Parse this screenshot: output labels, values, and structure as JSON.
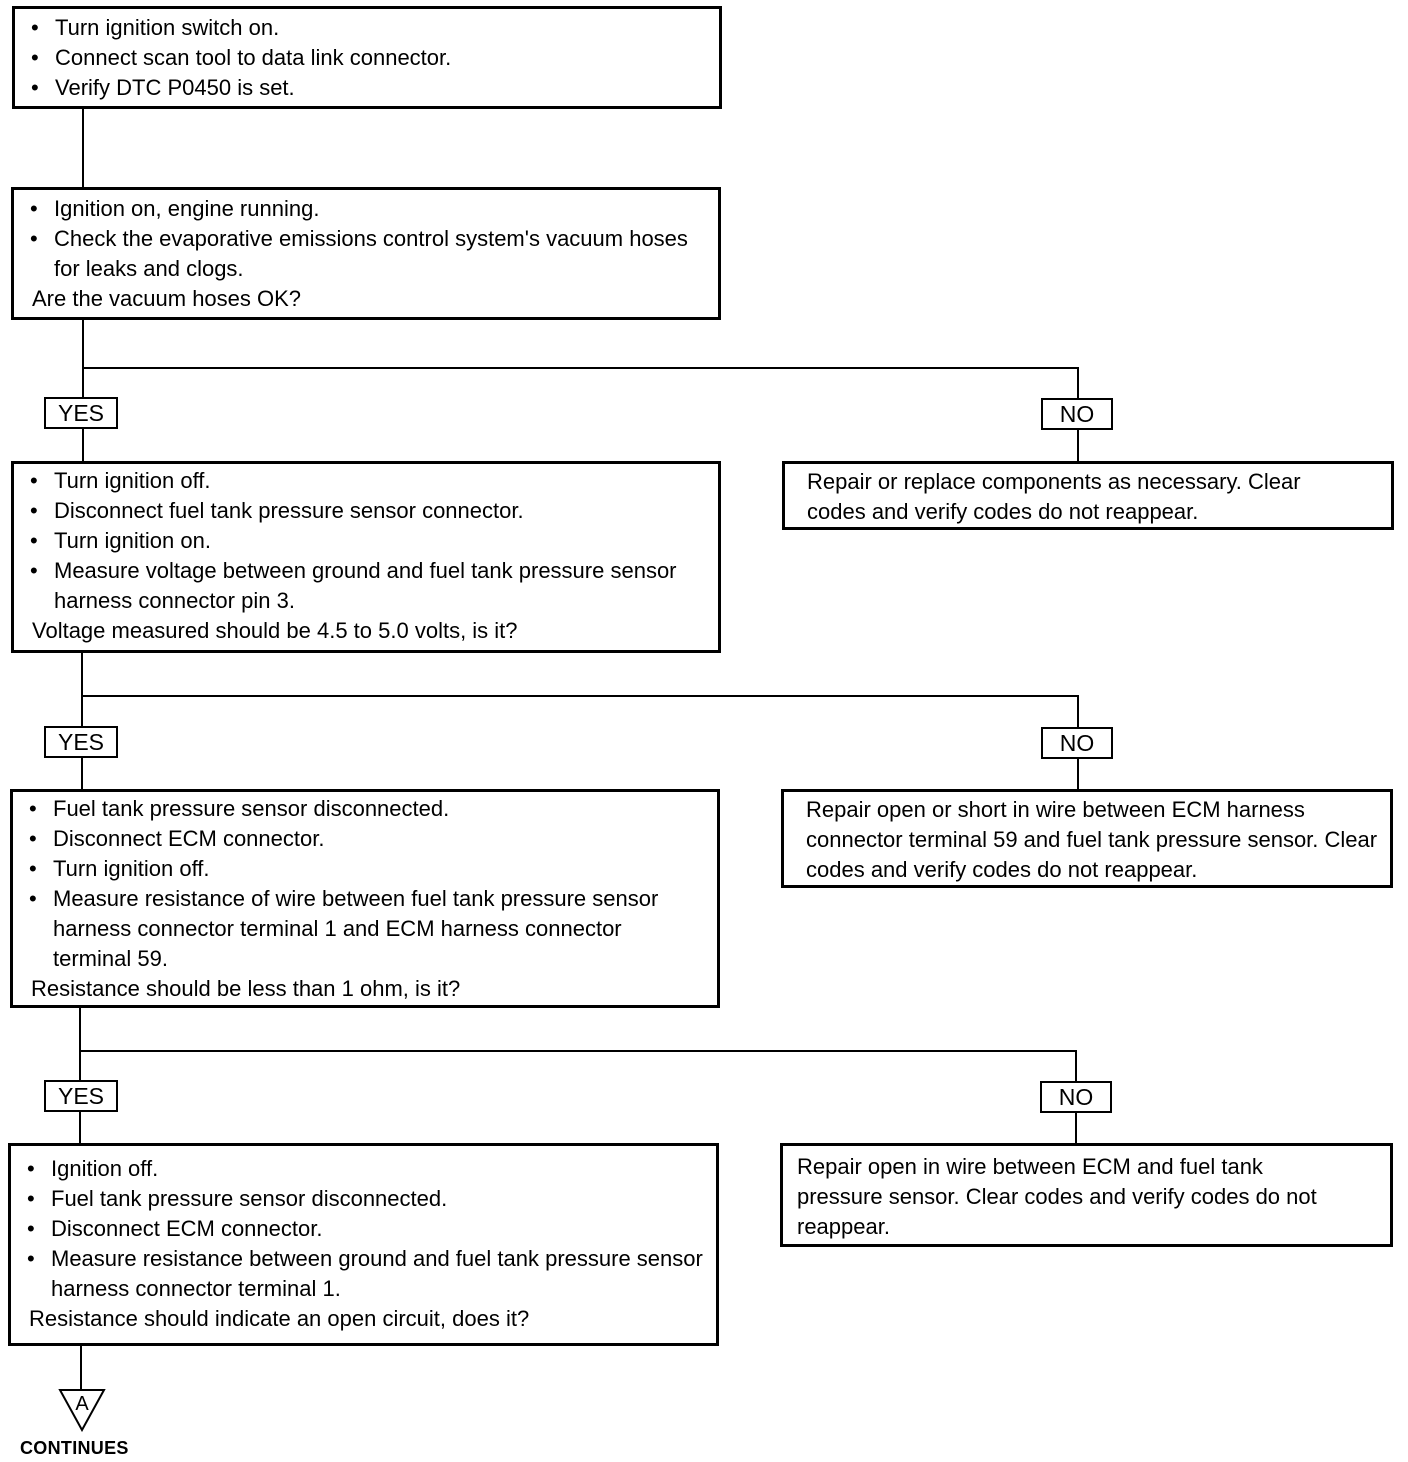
{
  "steps": [
    {
      "bullets": [
        "Turn ignition switch on.",
        "Connect scan tool to data link connector.",
        "Verify DTC P0450 is set."
      ],
      "question": ""
    },
    {
      "bullets": [
        "Ignition on, engine running.",
        "Check the evaporative emissions control system's vacuum hoses for leaks and clogs."
      ],
      "question": "Are the vacuum hoses OK?"
    },
    {
      "bullets": [
        "Turn ignition off.",
        "Disconnect fuel tank pressure sensor connector.",
        "Turn ignition on.",
        "Measure voltage between ground and fuel tank pressure sensor harness connector pin 3."
      ],
      "question": "Voltage measured should be 4.5 to 5.0 volts, is it?"
    },
    {
      "bullets": [
        "Fuel tank pressure sensor disconnected.",
        "Disconnect ECM connector.",
        "Turn ignition off.",
        "Measure resistance of wire between fuel tank pressure sensor harness connector terminal 1 and ECM harness connector terminal 59."
      ],
      "question": "Resistance should be less than 1 ohm, is it?"
    },
    {
      "bullets": [
        "Ignition off.",
        "Fuel tank pressure sensor disconnected.",
        "Disconnect ECM connector.",
        "Measure resistance between ground and fuel tank pressure sensor harness connector terminal 1."
      ],
      "question": "Resistance should indicate an open circuit, does it?"
    }
  ],
  "no_actions": [
    "Repair or replace components as necessary. Clear codes and verify codes do not reappear.",
    "Repair open or short in wire between ECM harness connector terminal 59 and fuel tank pressure sensor. Clear codes and verify codes do not reappear.",
    "Repair open in wire between ECM and fuel tank pressure sensor. Clear codes and verify codes do not reappear."
  ],
  "labels": {
    "yes": "YES",
    "no": "NO"
  },
  "connector": {
    "letter": "A",
    "caption": "CONTINUES"
  }
}
